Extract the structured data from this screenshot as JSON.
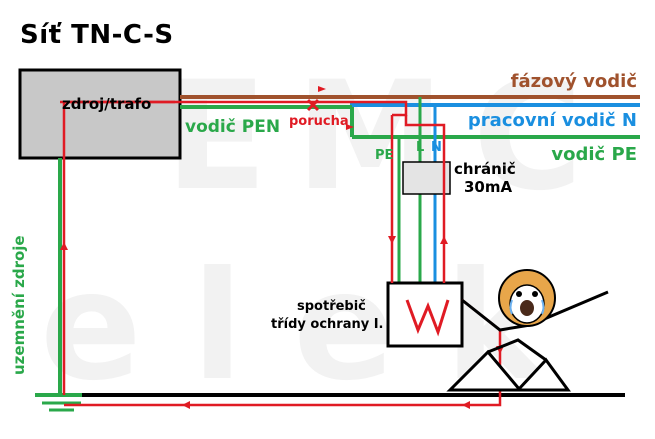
{
  "title": "Síť TN-C-S",
  "source_label": "zdroj/trafo",
  "lines": {
    "phase": "fázový vodič",
    "neutral": "pracovní vodič N",
    "pe": "vodič PE",
    "pen": "vodič PEN"
  },
  "fault_label": "porucha",
  "terminals": {
    "pe": "PE",
    "l": "L",
    "n": "N"
  },
  "rcd": {
    "line1": "chránič",
    "line2": "30mA"
  },
  "appliance": {
    "line1": "spotřebič",
    "line2": "třídy ochrany I."
  },
  "earthing_label": "uzemnění zdroje",
  "colors": {
    "phase": "#a0522d",
    "neutral": "#1a8fe0",
    "pe": "#2aa84a",
    "fault_current": "#e01b24",
    "source_fill": "#c8c8c8"
  }
}
